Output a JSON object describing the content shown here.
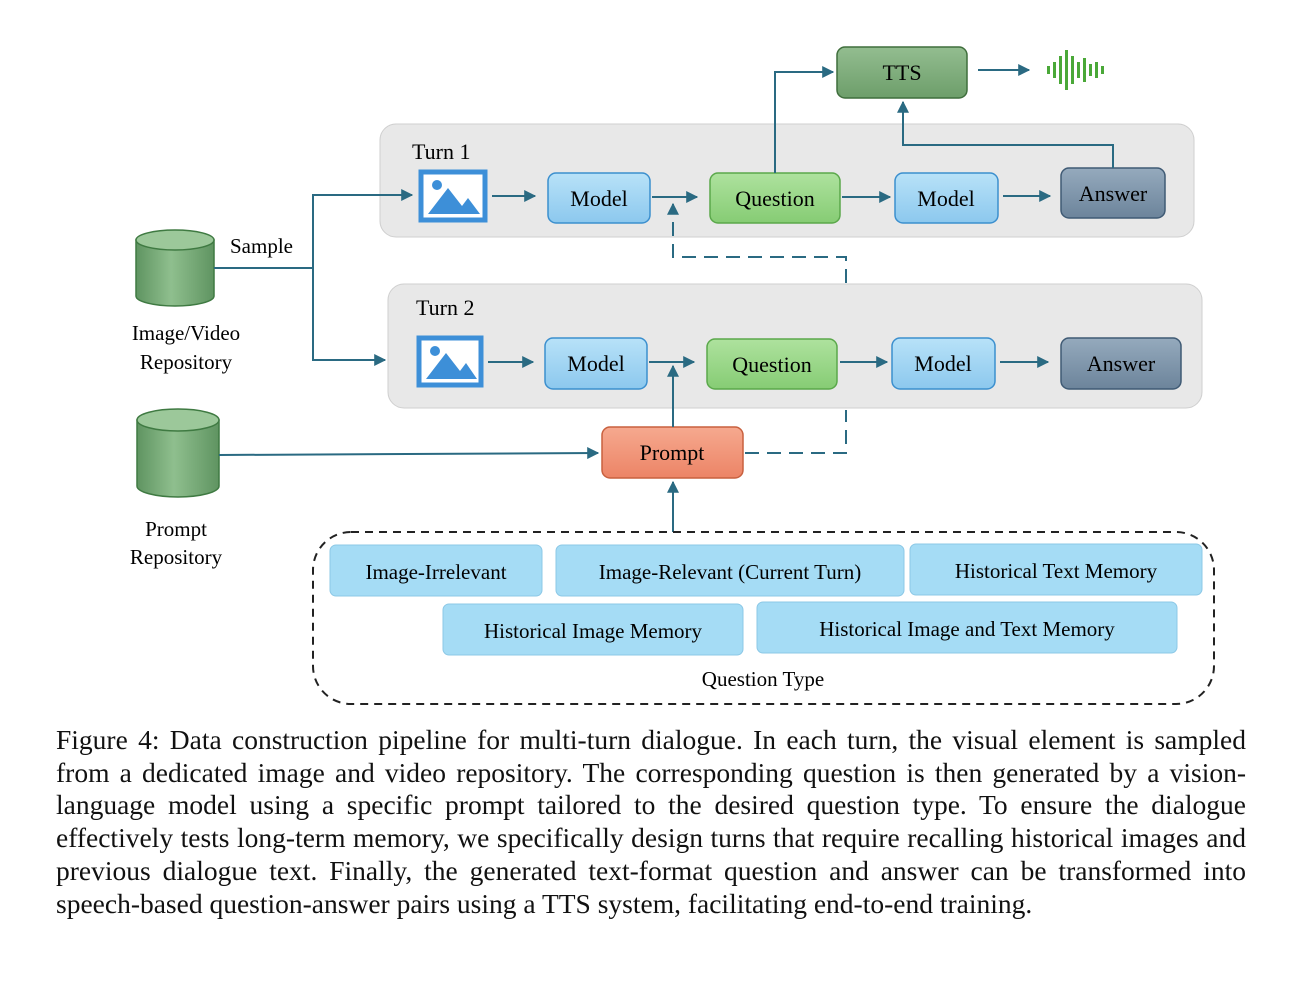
{
  "diagram": {
    "tts": "TTS",
    "sample": "Sample",
    "image_repo": [
      "Image/Video",
      "Repository"
    ],
    "prompt_repo": [
      "Prompt",
      "Repository"
    ],
    "turn1": {
      "label": "Turn 1",
      "model_a": "Model",
      "question": "Question",
      "model_b": "Model",
      "answer": "Answer"
    },
    "turn2": {
      "label": "Turn 2",
      "model_a": "Model",
      "question": "Question",
      "model_b": "Model",
      "answer": "Answer"
    },
    "prompt": "Prompt",
    "question_types": [
      "Image-Irrelevant",
      "Image-Relevant (Current Turn)",
      "Historical Text Memory",
      "Historical Image Memory",
      "Historical Image and Text Memory"
    ],
    "question_type_title": "Question Type"
  },
  "colors": {
    "arrow": "#2a6a82",
    "model_fill": "#a8d8f4",
    "model_stroke": "#3b8fce",
    "question_fill": "#9ad88a",
    "question_stroke": "#5aa84a",
    "answer_fill": "#7f96ac",
    "tts_fill": "#7fae7c",
    "prompt_fill": "#f0957a",
    "qtype_fill": "#a5dcf5",
    "turn_bg": "#e8e8e8",
    "cylinder": "#7aac7c",
    "waveform": "#4aa838"
  },
  "caption": "Figure 4: Data construction pipeline for multi-turn dialogue. In each turn, the visual element is sampled from a dedicated image and video repository. The corresponding question is then generated by a vision-language model using a specific prompt tailored to the desired question type. To ensure the dialogue effectively tests long-term memory, we specifically design turns that require recalling historical images and previous dialogue text. Finally, the generated text-format question and answer can be transformed into speech-based question-answer pairs using a TTS system, facilitating end-to-end training."
}
